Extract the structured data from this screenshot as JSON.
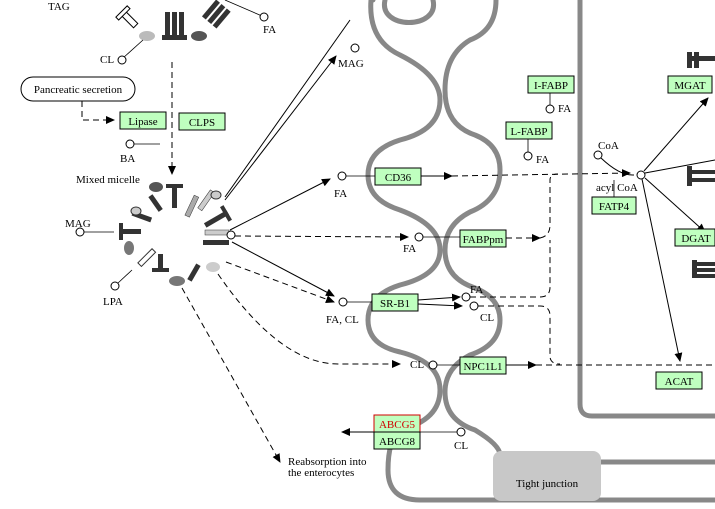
{
  "nodes": {
    "tag": "TAG",
    "fa_top": "FA",
    "cl_top": "CL",
    "pancreatic_secretion": "Pancreatic secretion",
    "lipase": "Lipase",
    "clps": "CLPS",
    "ba": "BA",
    "mixed_micelle": "Mixed micelle",
    "mag_left": "MAG",
    "lpa": "LPA",
    "mag_top": "MAG",
    "fa_cd36": "FA",
    "cd36": "CD36",
    "fa_fabppm": "FA",
    "fabppm": "FABPpm",
    "fa_cl": "FA, CL",
    "srb1": "SR-B1",
    "cl_npc": "CL",
    "npc1l1": "NPC1L1",
    "abcg5": "ABCG5",
    "abcg8": "ABCG8",
    "cl_abcg": "CL",
    "reabsorption_line1": "Reabsorption into",
    "reabsorption_line2": "the enterocytes",
    "ifabp": "I-FABP",
    "fa_ifabp": "FA",
    "lfabp": "L-FABP",
    "fa_lfabp": "FA",
    "coa": "CoA",
    "acyl_coa": "acyl CoA",
    "fatp4": "FATP4",
    "fa_srb1_right": "FA",
    "cl_srb1_right": "CL",
    "mgat": "MGAT",
    "dgat": "DGAT",
    "acat": "ACAT",
    "tight_junction": "Tight junction"
  },
  "colors": {
    "gene_fill": "#bfffbf",
    "highlight_gene_border": "#d00000",
    "membrane": "#888888",
    "tight_junction": "#c8c8c8"
  }
}
